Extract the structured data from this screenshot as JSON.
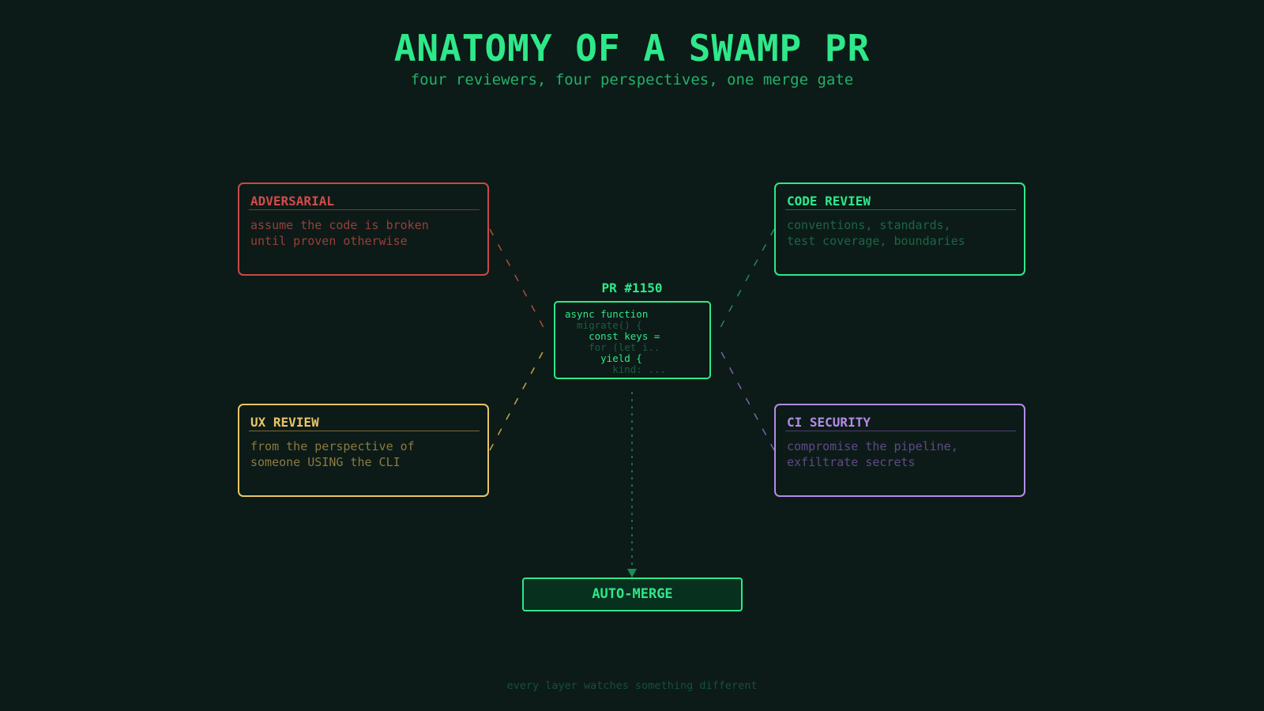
{
  "header": {
    "title": "ANATOMY OF A SWAMP PR",
    "subtitle": "four reviewers, four perspectives, one merge gate"
  },
  "reviewers": {
    "adversarial": {
      "title": "ADVERSARIAL",
      "body": "assume the code is broken\nuntil proven otherwise"
    },
    "code_review": {
      "title": "CODE REVIEW",
      "body": "conventions, standards,\ntest coverage, boundaries"
    },
    "ux_review": {
      "title": "UX REVIEW",
      "body": "from the perspective of\nsomeone USING the CLI"
    },
    "ci_security": {
      "title": "CI SECURITY",
      "body": "compromise the pipeline,\nexfiltrate secrets"
    }
  },
  "pr": {
    "label": "PR #1150",
    "code_lines": [
      "async function",
      "  migrate() {",
      "    const keys =",
      "    for (let i..",
      "      yield {",
      "        kind: ..."
    ]
  },
  "merge": {
    "label": "AUTO-MERGE"
  },
  "footer": {
    "text": "every layer watches something different"
  },
  "colors": {
    "background": "#0c1b17",
    "primary": "#2ee88a",
    "adversarial": "#c94848",
    "ux": "#e9c46a",
    "ci": "#b48be8"
  }
}
